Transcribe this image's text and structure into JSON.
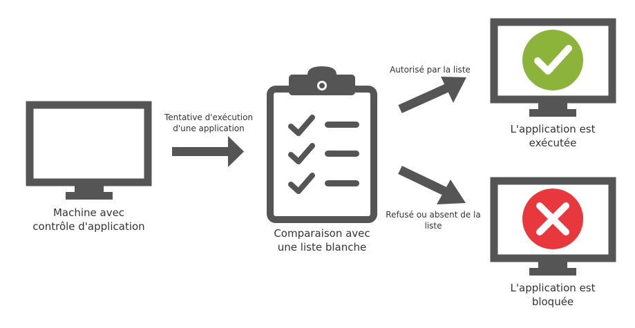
{
  "nodes": {
    "machine": {
      "label_line1": "Machine avec",
      "label_line2": "contrôle d'application"
    },
    "whitelist": {
      "label_line1": "Comparaison avec",
      "label_line2": "une liste blanche"
    },
    "executed": {
      "label_line1": "L'application est",
      "label_line2": "exécutée"
    },
    "blocked": {
      "label_line1": "L'application est",
      "label_line2": "bloquée"
    }
  },
  "edges": {
    "attempt": {
      "label_line1": "Tentative d'exécution",
      "label_line2": "d'une application"
    },
    "allowed": {
      "label": "Autorisé par la liste"
    },
    "refused": {
      "label_line1": "Refusé ou absent de la",
      "label_line2": "liste"
    }
  },
  "colors": {
    "icon_gray": "#555555",
    "success_green": "#8cb43a",
    "error_red": "#e8383d",
    "text": "#333333"
  },
  "icons": [
    "monitor-icon",
    "clipboard-checklist-icon",
    "check-icon",
    "cross-icon",
    "arrow-icon"
  ]
}
